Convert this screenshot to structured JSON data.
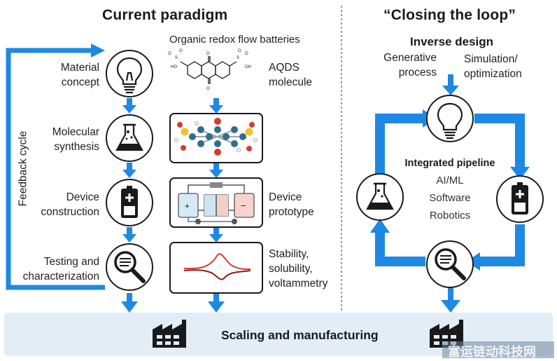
{
  "left": {
    "title": "Current paradigm",
    "subtitle": "Organic redox flow batteries",
    "feedback": "Feedback cycle",
    "steps": [
      {
        "label_1": "Material",
        "label_2": "concept",
        "icon": "lightbulb-icon"
      },
      {
        "label_1": "Molecular",
        "label_2": "synthesis",
        "icon": "flask-icon"
      },
      {
        "label_1": "Device",
        "label_2": "construction",
        "icon": "battery-icon"
      },
      {
        "label_1": "Testing and",
        "label_2": "characterization",
        "icon": "magnifier-icon"
      }
    ],
    "examples": [
      {
        "label_1": "AQDS",
        "label_2": "molecule"
      },
      {
        "label_1": "Device",
        "label_2": "prototype"
      },
      {
        "label_1": "Stability,",
        "label_2": "solubility,",
        "label_3": "voltammetry"
      }
    ]
  },
  "right": {
    "title": "“Closing the loop”",
    "inverse": "Inverse design",
    "gen_1": "Generative",
    "gen_2": "process",
    "sim_1": "Simulation/",
    "sim_2": "optimization",
    "pipeline_title": "Integrated pipeline",
    "pipeline_items": [
      "AI/ML",
      "Software",
      "Robotics"
    ]
  },
  "bottom": {
    "label": "Scaling and manufacturing",
    "icon": "factory-icon"
  },
  "watermark": "富运链动科技网",
  "colors": {
    "arrow": "#1e88e5",
    "panel": "#e3edf5",
    "ink": "#1a1a1a"
  }
}
